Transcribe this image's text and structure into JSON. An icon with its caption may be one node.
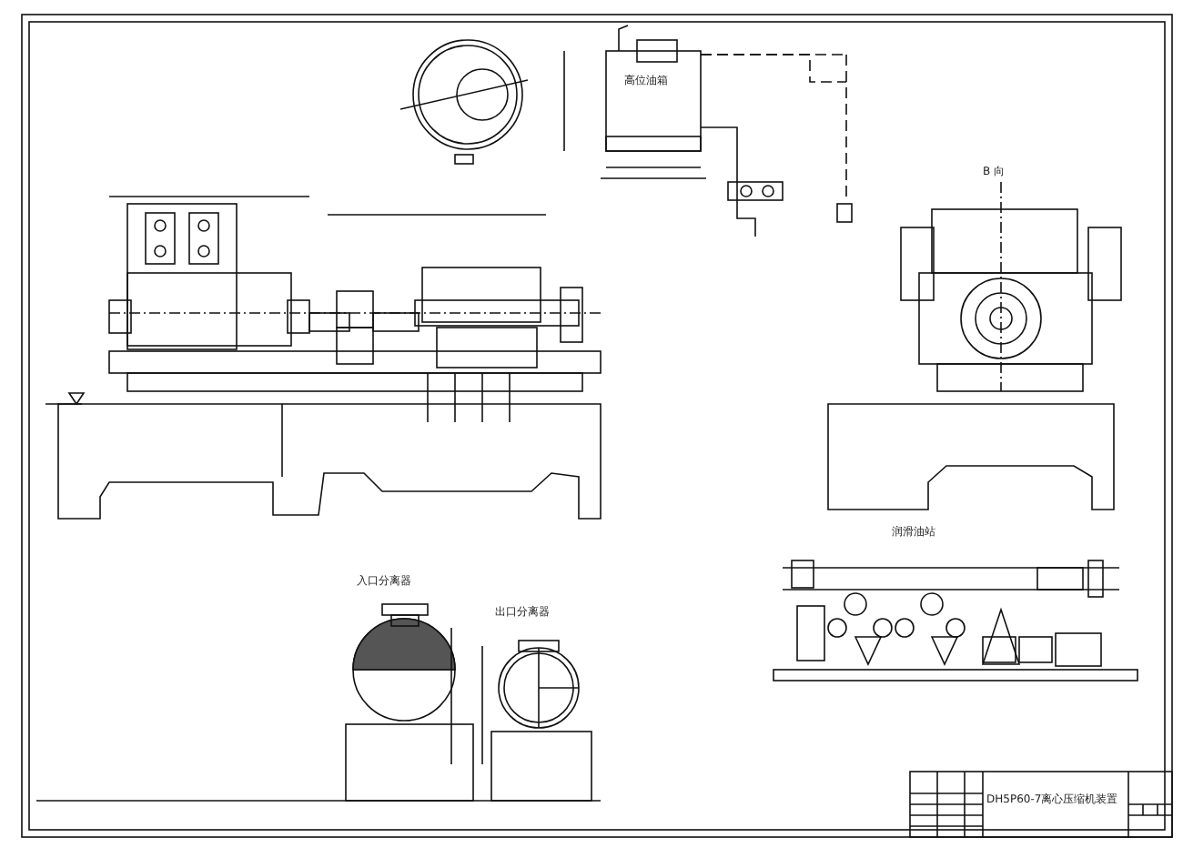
{
  "diagram": {
    "title": "DH5P60-7离心压缩机装置",
    "labels": [
      "高位油箱",
      "B 向",
      "入口分离器",
      "出口分离器",
      "润滑油站"
    ]
  }
}
